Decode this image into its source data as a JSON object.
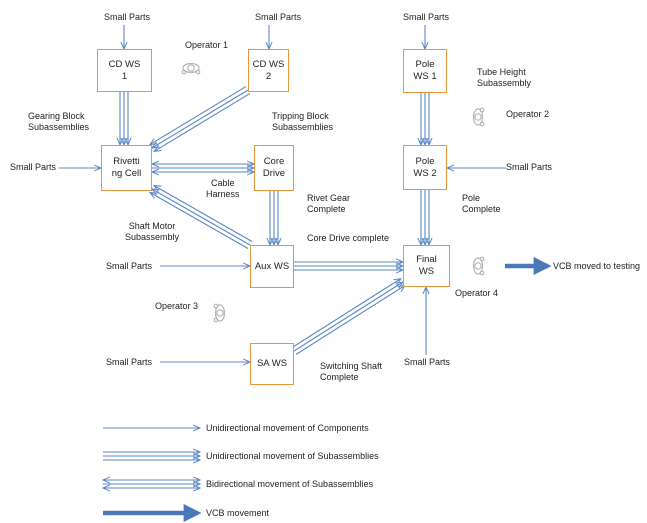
{
  "nodes": {
    "cdws1": "CD WS\n1",
    "cdws2": "CD WS\n2",
    "polews1": "Pole\nWS 1",
    "polews2": "Pole\nWS 2",
    "riveting": "Rivetti\nng Cell",
    "coredrive": "Core\nDrive",
    "auxws": "Aux WS",
    "finalws": "Final\nWS",
    "saws": "SA WS"
  },
  "labels": {
    "small_parts": "Small Parts",
    "operator1": "Operator 1",
    "operator2": "Operator 2",
    "operator3": "Operator 3",
    "operator4": "Operator 4",
    "gearing_block": "Gearing Block\nSubassemblies",
    "tripping_block": "Tripping Block\nSubassemblies",
    "tube_height": "Tube Height\nSubassembly",
    "cable_harness": "Cable\nHarness",
    "rivet_gear": "Rivet Gear\nComplete",
    "shaft_motor": "Shaft Motor\nSubassembly",
    "core_drive_complete": "Core Drive complete",
    "pole_complete": "Pole\nComplete",
    "switching_shaft": "Switching Shaft\nComplete",
    "vcb_testing": "VCB moved to testing"
  },
  "legend": [
    {
      "label": "Unidirectional movement of Components",
      "style": "single"
    },
    {
      "label": "Unidirectional movement of Subassemblies",
      "style": "triple"
    },
    {
      "label": "Bidirectional movement of Subassemblies",
      "style": "bidir"
    },
    {
      "label": "VCB movement",
      "style": "thick"
    }
  ],
  "colors": {
    "arrow": "#5b87c4",
    "box_border": "#e8953c",
    "operator": "#b5b5b5",
    "text": "#222222"
  }
}
